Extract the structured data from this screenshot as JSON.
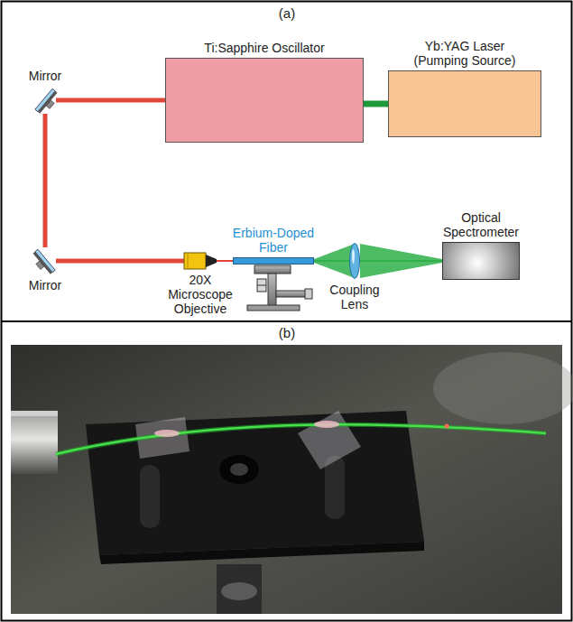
{
  "diagram": {
    "nodes": [
      {
        "text": [
          "Ti:Sapphire Oscillator"
        ]
      },
      {
        "text": [
          "Yb:YAG Laser (Pumping Source)"
        ]
      },
      {
        "text": [
          "Mirror"
        ]
      },
      {
        "text": [
          "Mirror"
        ]
      },
      {
        "text": [
          "20X Microscope Objective"
        ]
      },
      {
        "text": [
          "Erbium-Doped Fiber"
        ]
      },
      {
        "text": [
          "Coupling Lens"
        ]
      },
      {
        "text": [
          "Optical Spectrometer"
        ]
      }
    ],
    "edges": [
      {
        "from": 1,
        "to": 0,
        "arrow": "none"
      },
      {
        "from": 0,
        "to": 2,
        "arrow": "none"
      },
      {
        "from": 2,
        "to": 3,
        "arrow": "none"
      },
      {
        "from": 3,
        "to": 4,
        "arrow": "none"
      },
      {
        "from": 4,
        "to": 5,
        "arrow": "none"
      },
      {
        "from": 5,
        "to": 6,
        "arrow": "none"
      },
      {
        "from": 6,
        "to": 7,
        "arrow": "none"
      }
    ],
    "labels": [
      "(a)",
      "(b)"
    ]
  }
}
